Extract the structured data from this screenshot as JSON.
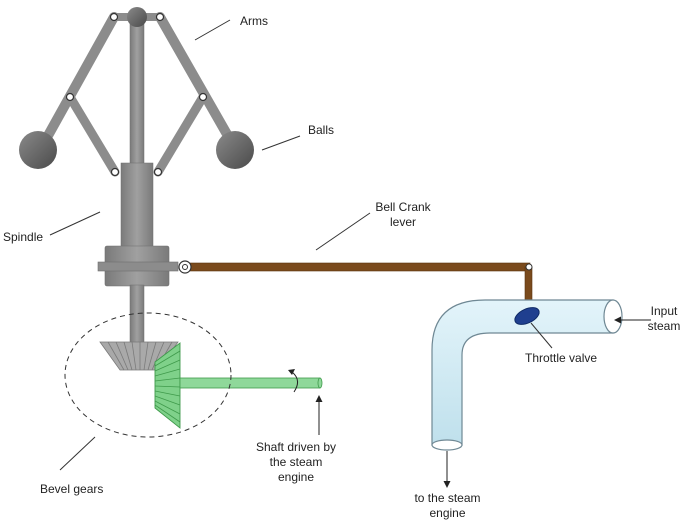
{
  "labels": {
    "arms": "Arms",
    "balls": "Balls",
    "spindle": "Spindle",
    "bell_crank_lever": [
      "Bell Crank",
      "lever"
    ],
    "input_steam": [
      "Input",
      "steam"
    ],
    "throttle_valve": "Throttle valve",
    "to_the_steam_engine": [
      "to the steam",
      "engine"
    ],
    "shaft_driven": [
      "Shaft driven by",
      "the steam",
      "engine"
    ],
    "bevel_gears": "Bevel gears"
  },
  "colors": {
    "metal": "#8c8c8c",
    "metal_dark": "#6f6f6f",
    "lever": "#7a4a1c",
    "pipe": "#cfe9f3",
    "pipe_stroke": "#6f8894",
    "valve": "#1f3f8f",
    "gear": "#7fd18a",
    "gear_stroke": "#3f9a4b",
    "gear_grey": "#a9a9a9"
  }
}
